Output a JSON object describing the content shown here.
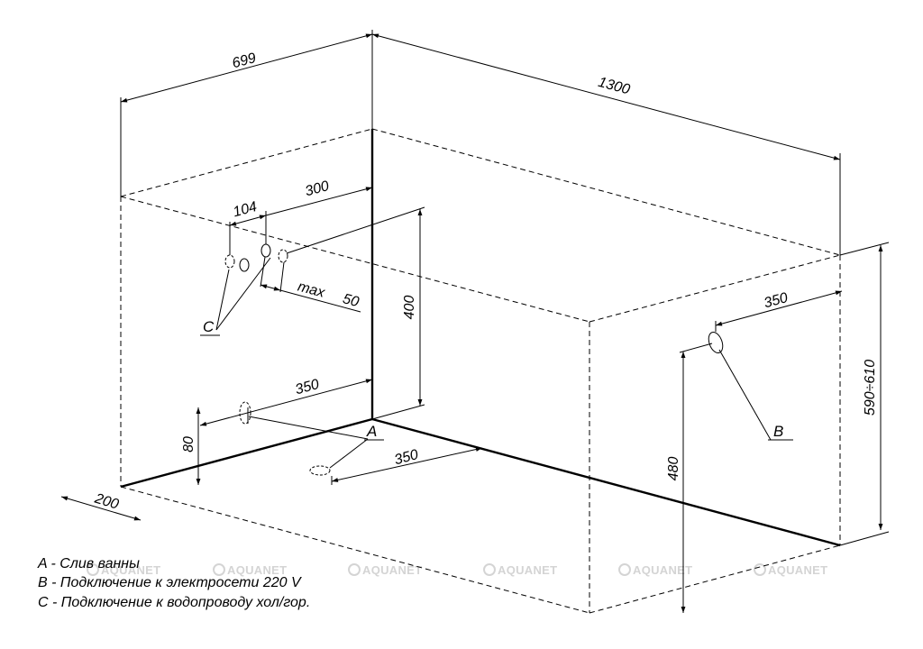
{
  "dimensions": {
    "d699": "699",
    "d1300": "1300",
    "d300": "300",
    "d104": "104",
    "max": "max",
    "d50": "50",
    "d400": "400",
    "d350_wall": "350",
    "d80": "80",
    "d350_floor": "350",
    "d200": "200",
    "d350_right": "350",
    "d480": "480",
    "d590_610": "590÷610"
  },
  "labels": {
    "a": "A",
    "b": "B",
    "c": "C"
  },
  "legend": [
    "A - Слив ванны",
    "B - Подключение к электросети 220 V",
    "C - Подключение к водопроводу хол/гор."
  ],
  "watermark": "AQUANET",
  "colors": {
    "ink": "#000000",
    "watermark": "#d4d4d4",
    "background": "#ffffff"
  }
}
